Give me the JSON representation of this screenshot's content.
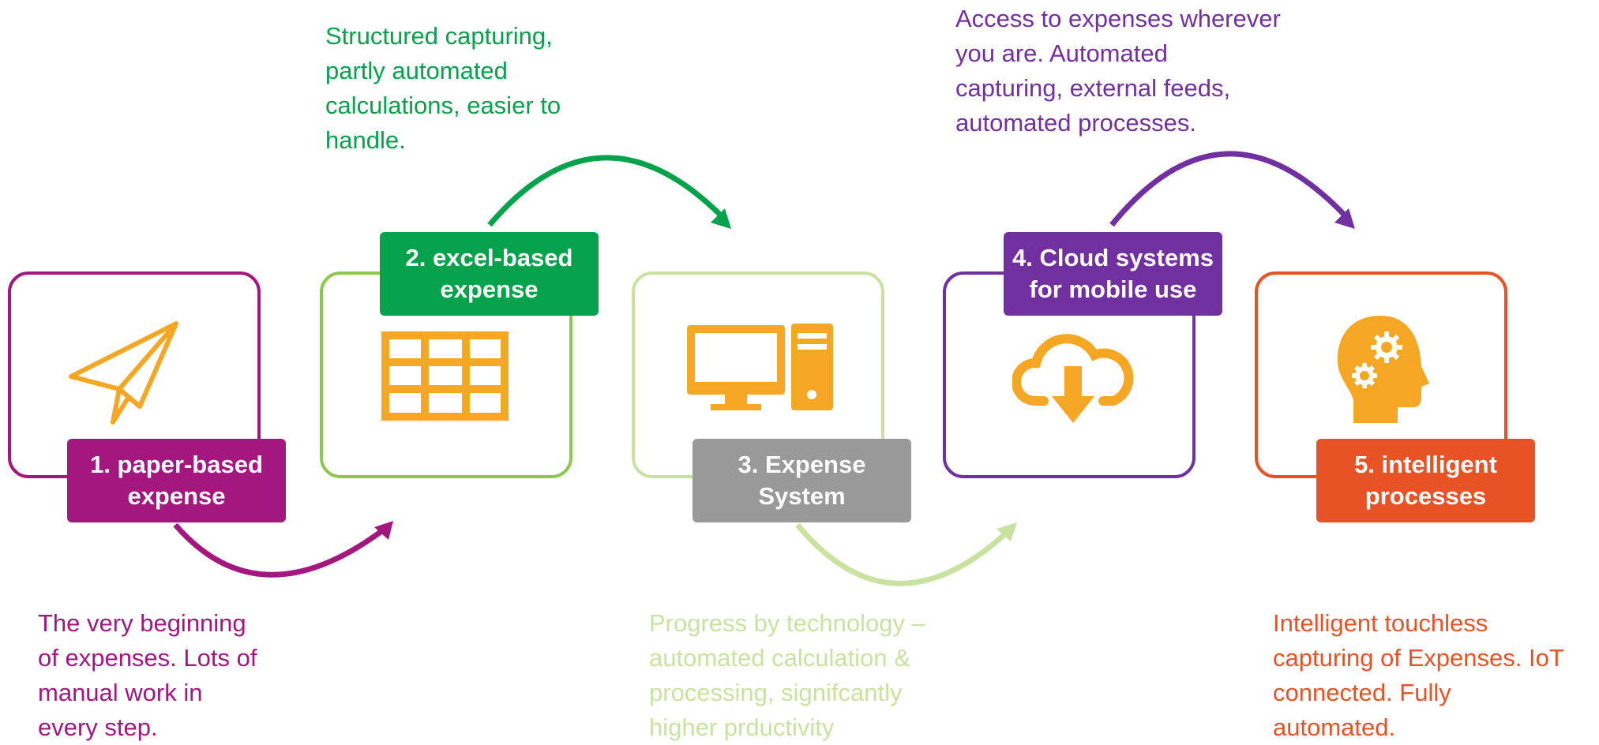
{
  "colors": {
    "stage1": "#a3177f",
    "stage2": "#03a24b",
    "stage2_frame": "#8cc84b",
    "stage3": "#999999",
    "stage3_frame": "#c9e2a0",
    "stage4": "#7030a0",
    "stage5": "#e85225",
    "icon": "#f5a623"
  },
  "stages": [
    {
      "label": "1. paper-based\nexpense",
      "icon": "paper-plane-icon",
      "description": "The very beginning\nof expenses. Lots of\nmanual work in\nevery step."
    },
    {
      "label": "2. excel-based\nexpense",
      "icon": "spreadsheet-grid-icon",
      "description": "Structured capturing,\npartly automated\ncalculations, easier to\nhandle."
    },
    {
      "label": "3. Expense\nSystem",
      "icon": "desktop-computer-icon",
      "description": "Progress by technology –\nautomated calculation &\nprocessing, signifcantly\nhigher prductivity"
    },
    {
      "label": "4. Cloud systems\nfor mobile use",
      "icon": "cloud-download-icon",
      "description": "Access to expenses wherever\nyou are. Automated\ncapturing, external feeds,\nautomated processes."
    },
    {
      "label": "5. intelligent\nprocesses",
      "icon": "head-gears-icon",
      "description": "Intelligent touchless\ncapturing of Expenses. IoT\nconnected. Fully\nautomated."
    }
  ]
}
